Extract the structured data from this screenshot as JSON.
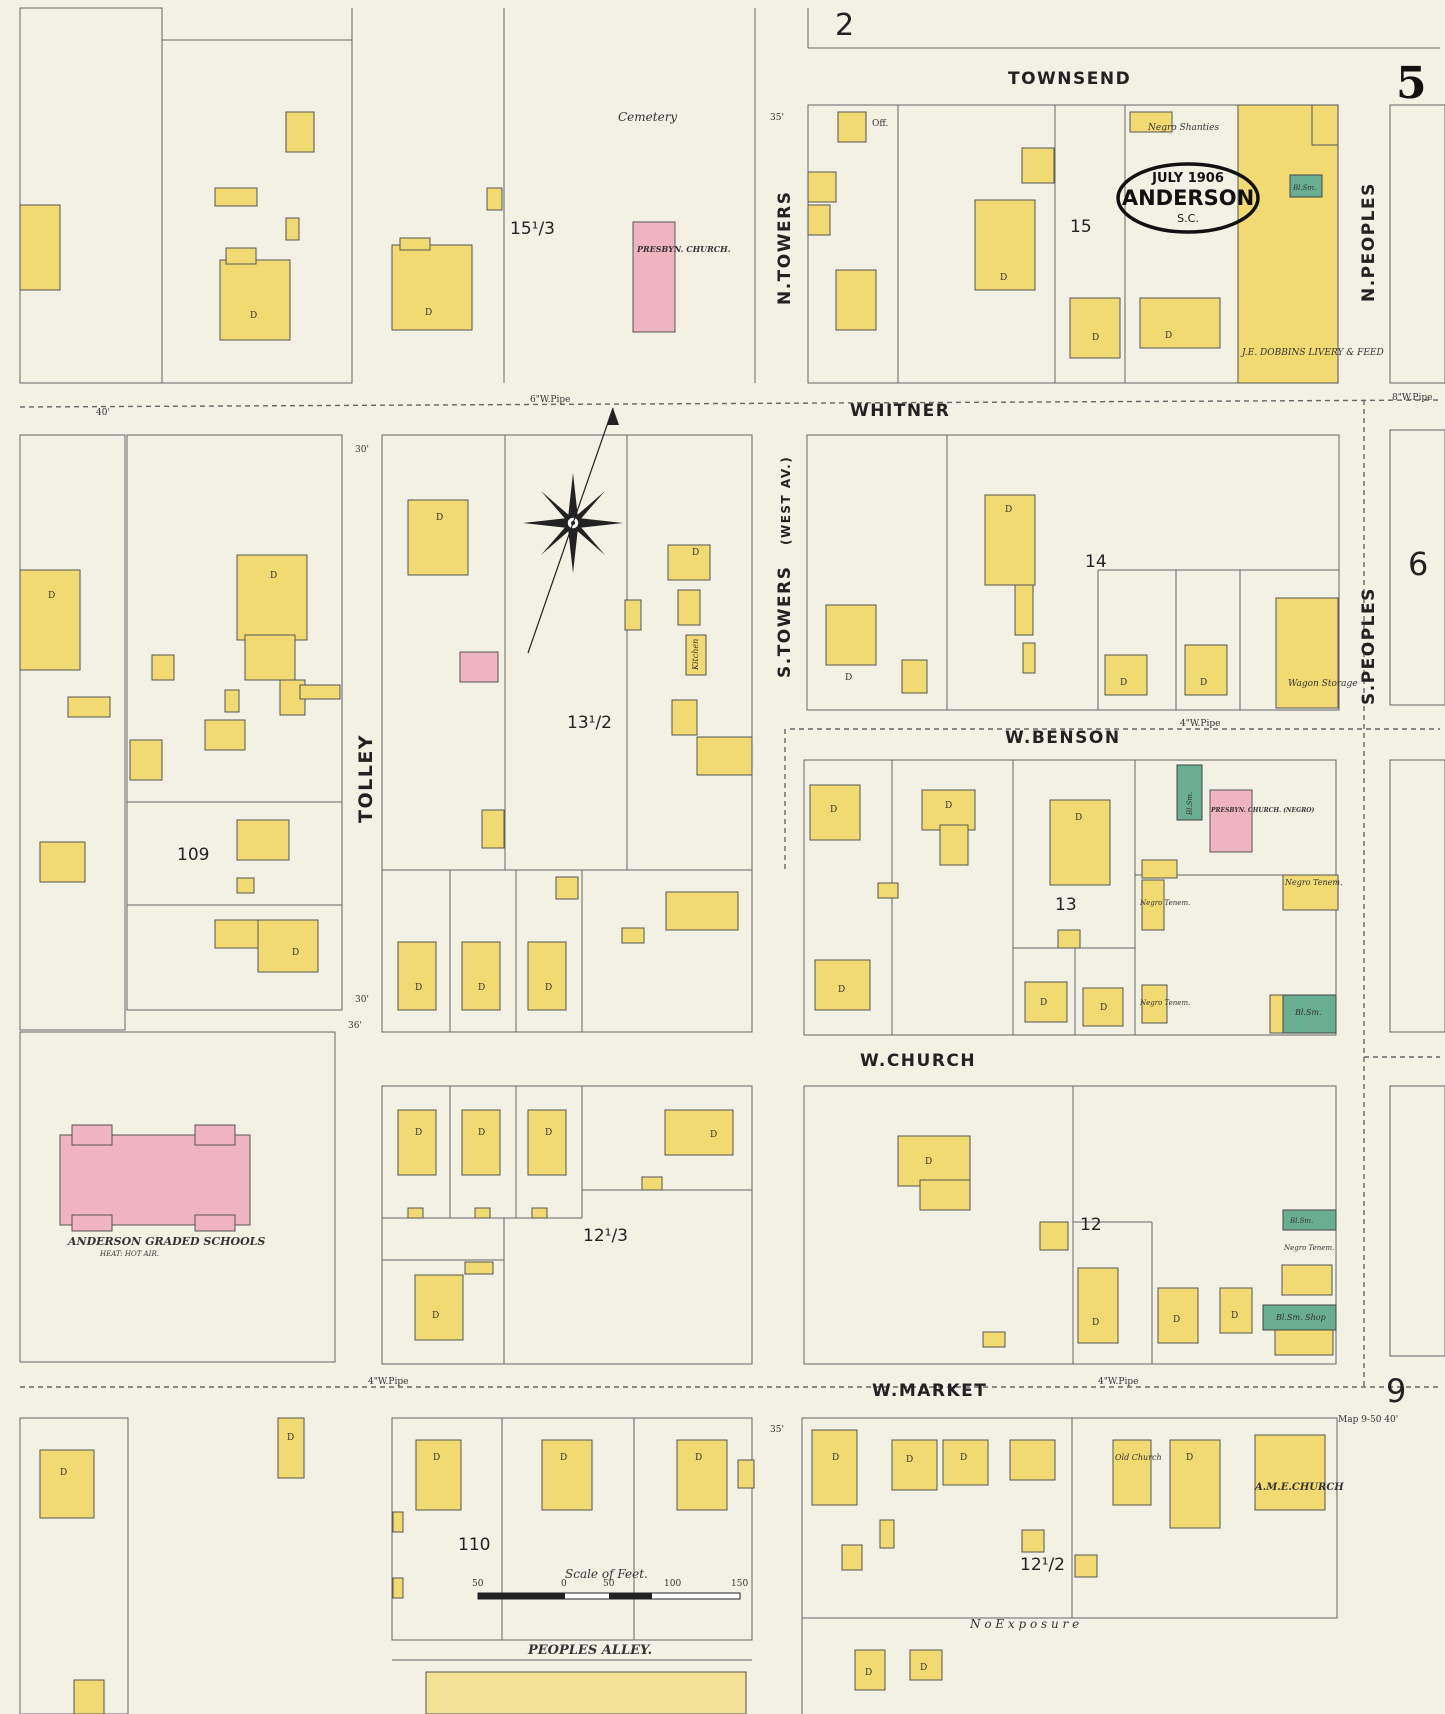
{
  "sheet": {
    "number": "5",
    "adjacent_top": "2",
    "adjacent_right_upper": "6",
    "adjacent_right_lower": "9",
    "title_date": "JULY 1906",
    "title_city": "ANDERSON",
    "title_state": "S.C."
  },
  "streets": {
    "townsend": "TOWNSEND",
    "whitner": "WHITNER",
    "w_benson": "W.BENSON",
    "w_church": "W.CHURCH",
    "w_market": "W.MARKET",
    "n_towers": "N.TOWERS",
    "s_towers": "S.TOWERS",
    "west_av": "(WEST AV.)",
    "n_peoples": "N.PEOPLES",
    "s_peoples": "S.PEOPLES",
    "tolley": "TOLLEY",
    "peoples_alley": "PEOPLES ALLEY."
  },
  "blocks": {
    "b15_1_3": "15¹/3",
    "b15": "15",
    "b14": "14",
    "b13_1_2": "13¹/2",
    "b13": "13",
    "b109": "109",
    "b12_1_3": "12¹/3",
    "b12": "12",
    "b110": "110",
    "b12_1_2": "12¹/2"
  },
  "labels": {
    "cemetery": "Cemetery",
    "presbyn_church": "PRESBYN. CHURCH.",
    "presbyn_church_negro": "PRESBYN. CHURCH. (NEGRO)",
    "negro_shanties": "Negro Shanties",
    "dobbins": "J.E. DOBBINS LIVERY & FEED",
    "wagon_storage": "Wagon Storage",
    "kitchen": "Kitchen",
    "negro_tenem": "Negro Tenem.",
    "bl_sm": "Bl.Sm.",
    "bl_sm_shop": "Bl.Sm. Shop",
    "graded_schools": "ANDERSON GRADED SCHOOLS",
    "graded_schools_heat": "HEAT: HOT AIR.",
    "old_church": "Old Church",
    "ame_church": "A.M.E.CHURCH",
    "no_exposure": "N o   E x p o s u r e",
    "scale_title": "Scale of Feet.",
    "scale_ticks": [
      "50",
      "0",
      "50",
      "100",
      "150"
    ],
    "dwelling": "D",
    "off": "Off.",
    "map_ref": "Map 9-50 40'",
    "width_40": "40'",
    "width_35": "35'",
    "width_30": "30'",
    "width_36": "36'",
    "pipe_6": "6\"W.Pipe",
    "pipe_8": "8\"W.Pipe",
    "pipe_4": "4\"W.Pipe"
  },
  "colors": {
    "paper": "#f3f0e4",
    "frame_building": "#f2da73",
    "brick_building": "#f0b3c0",
    "stone_building": "#6aae92"
  }
}
